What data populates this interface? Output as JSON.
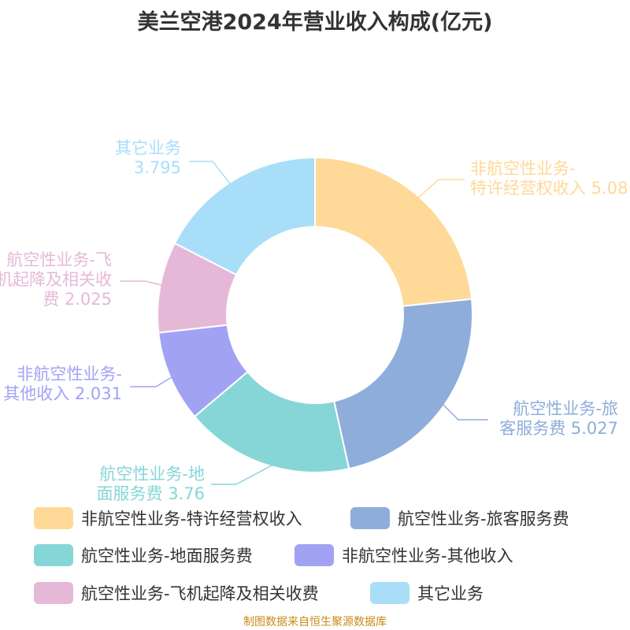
{
  "chart_data": {
    "type": "pie",
    "title": "美兰空港2024年营业收入构成(亿元)",
    "slices": [
      {
        "name": "非航空性业务-特许经营权收入",
        "value": 5.08,
        "label_lines": [
          "非航空性业务-",
          "特许经营权收入 5.08"
        ],
        "color": "#FED998"
      },
      {
        "name": "航空性业务-旅客服务费",
        "value": 5.027,
        "label_lines": [
          "航空性业务-旅",
          "客服务费 5.027"
        ],
        "color": "#8EADDA"
      },
      {
        "name": "航空性业务-地面服务费",
        "value": 3.76,
        "label_lines": [
          "航空性业务-地",
          "面服务费 3.76"
        ],
        "color": "#86D6D8"
      },
      {
        "name": "非航空性业务-其他收入",
        "value": 2.031,
        "label_lines": [
          "非航空性业务-",
          "其他收入 2.031"
        ],
        "color": "#A2A2F5"
      },
      {
        "name": "航空性业务-飞机起降及相关收费",
        "value": 2.025,
        "label_lines": [
          "航空性业务-飞",
          "机起降及相关收",
          "费 2.025"
        ],
        "color": "#E6B8D8"
      },
      {
        "name": "其它业务",
        "value": 3.795,
        "label_lines": [
          "其它业务",
          "3.795"
        ],
        "color": "#A8DEF8"
      }
    ],
    "legend_position": "bottom"
  },
  "source": "制图数据来自恒生聚源数据库"
}
